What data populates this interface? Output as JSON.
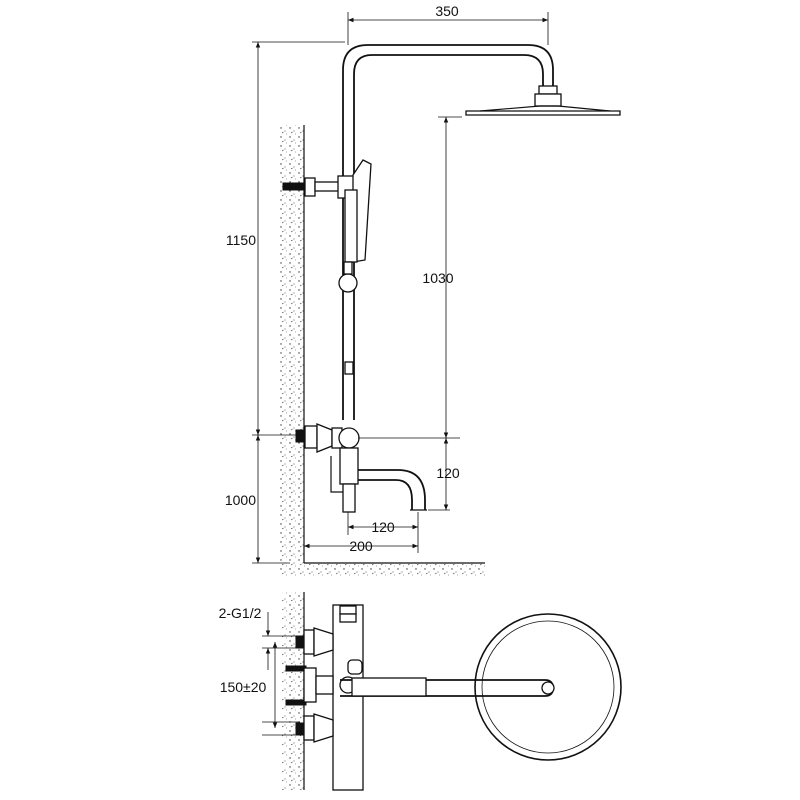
{
  "dimensions": {
    "width_top": "350",
    "total_height": "1150",
    "head_to_valve": "1030",
    "valve_height": "1000",
    "valve_to_spout": "120",
    "spout_reach": "120",
    "spout_projection": "200",
    "inlet_thread": "2-G1/2",
    "inlet_spacing": "150±20"
  },
  "colors": {
    "line": "#111111",
    "background": "#ffffff"
  }
}
